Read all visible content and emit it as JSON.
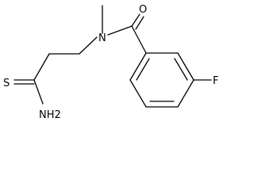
{
  "molecule": {
    "atoms": {
      "o": "O",
      "n": "N",
      "s": "S",
      "nh2": "NH2",
      "f": "F"
    }
  },
  "colors": {
    "bond": "#000000",
    "label": "#000000",
    "background": "#ffffff"
  }
}
